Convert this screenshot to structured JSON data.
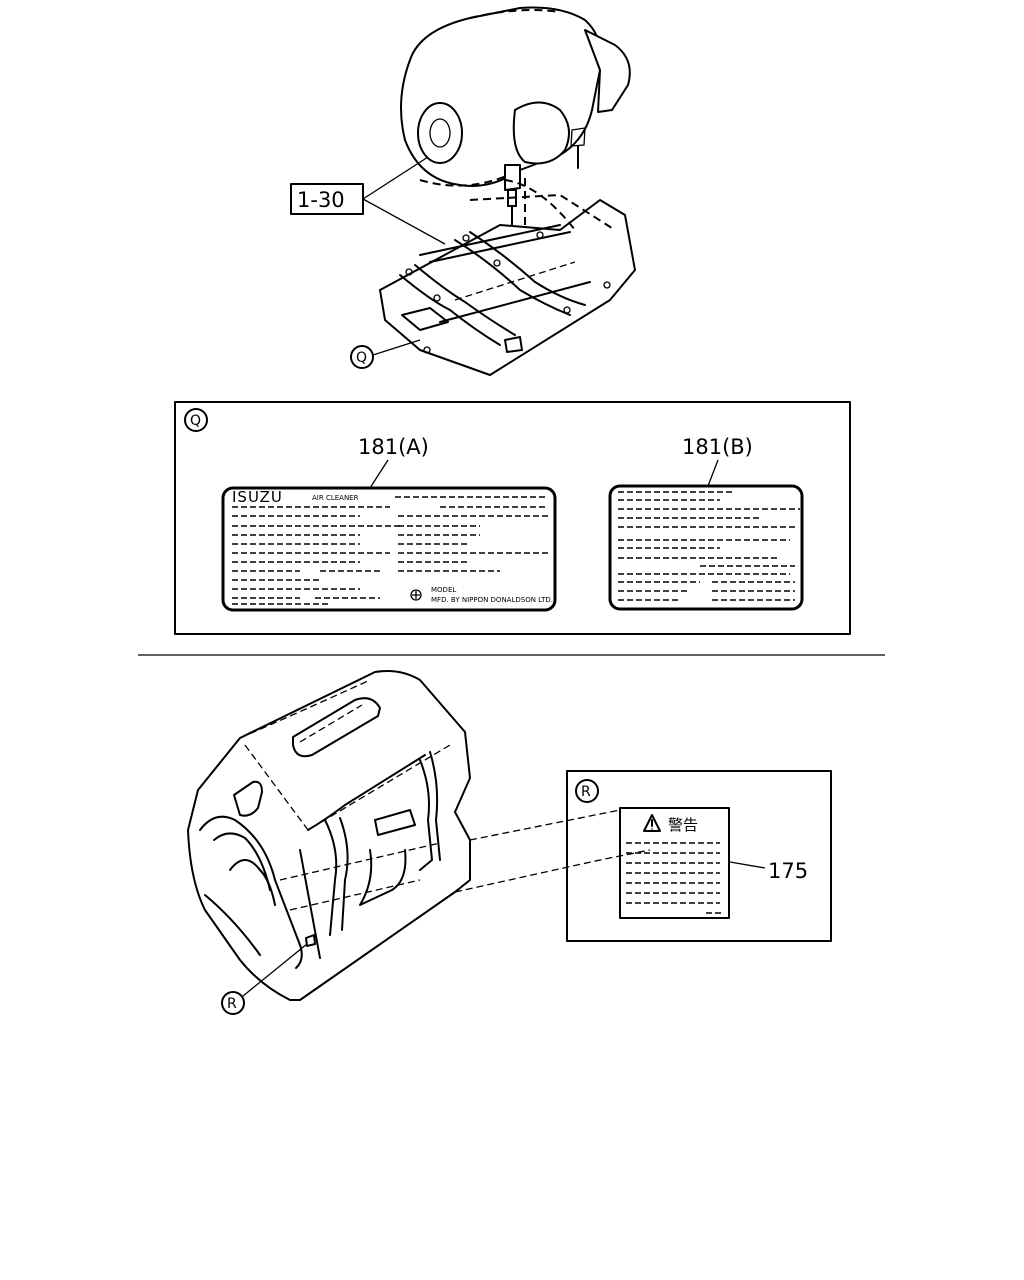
{
  "callouts": {
    "air_cleaner_ref": "1-30",
    "label_a": "181(A)",
    "label_b": "181(B)",
    "warning_label": "175"
  },
  "view_markers": {
    "q": "Q",
    "r": "R"
  },
  "label_a": {
    "brand": "ISUZU",
    "product": "AIR CLEANER",
    "model_line": "MODEL",
    "maker_line": "MFD. BY NIPPON DONALDSON LTD."
  },
  "warning": {
    "title": "警告"
  },
  "icons": [
    "warning-triangle-icon",
    "maker-logo-icon"
  ]
}
